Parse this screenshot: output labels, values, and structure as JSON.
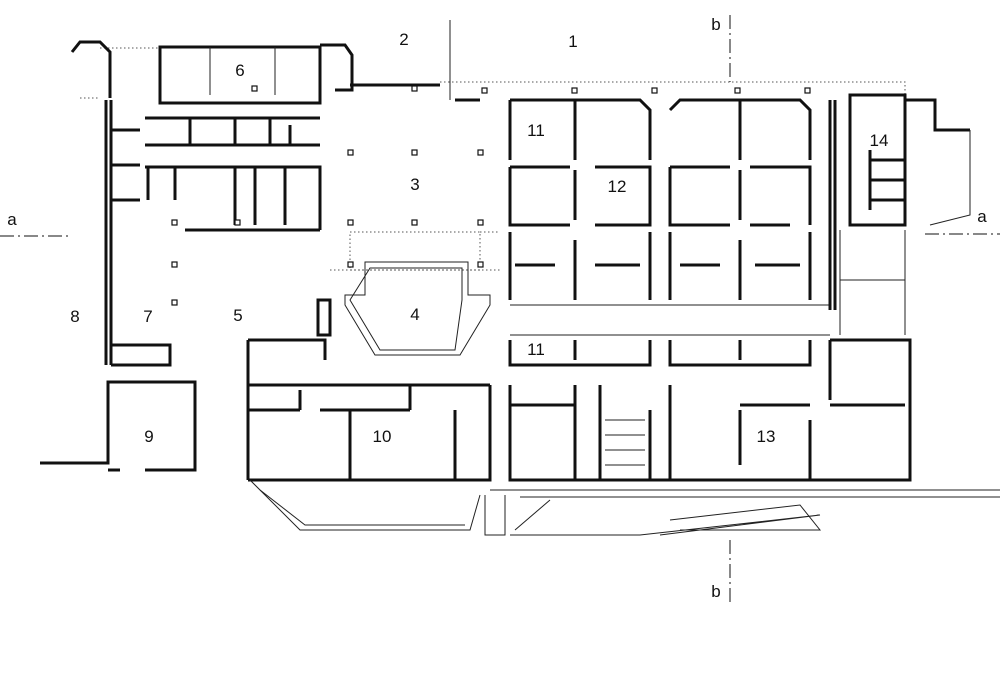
{
  "room_labels": {
    "r1": "1",
    "r2": "2",
    "r3": "3",
    "r4": "4",
    "r5": "5",
    "r6": "6",
    "r7": "7",
    "r8": "8",
    "r9": "9",
    "r10": "10",
    "r11a": "11",
    "r11b": "11",
    "r12": "12",
    "r13": "13",
    "r14": "14"
  },
  "section_markers": {
    "a_left": "a",
    "a_right": "a",
    "b_top": "b",
    "b_bottom": "b"
  }
}
